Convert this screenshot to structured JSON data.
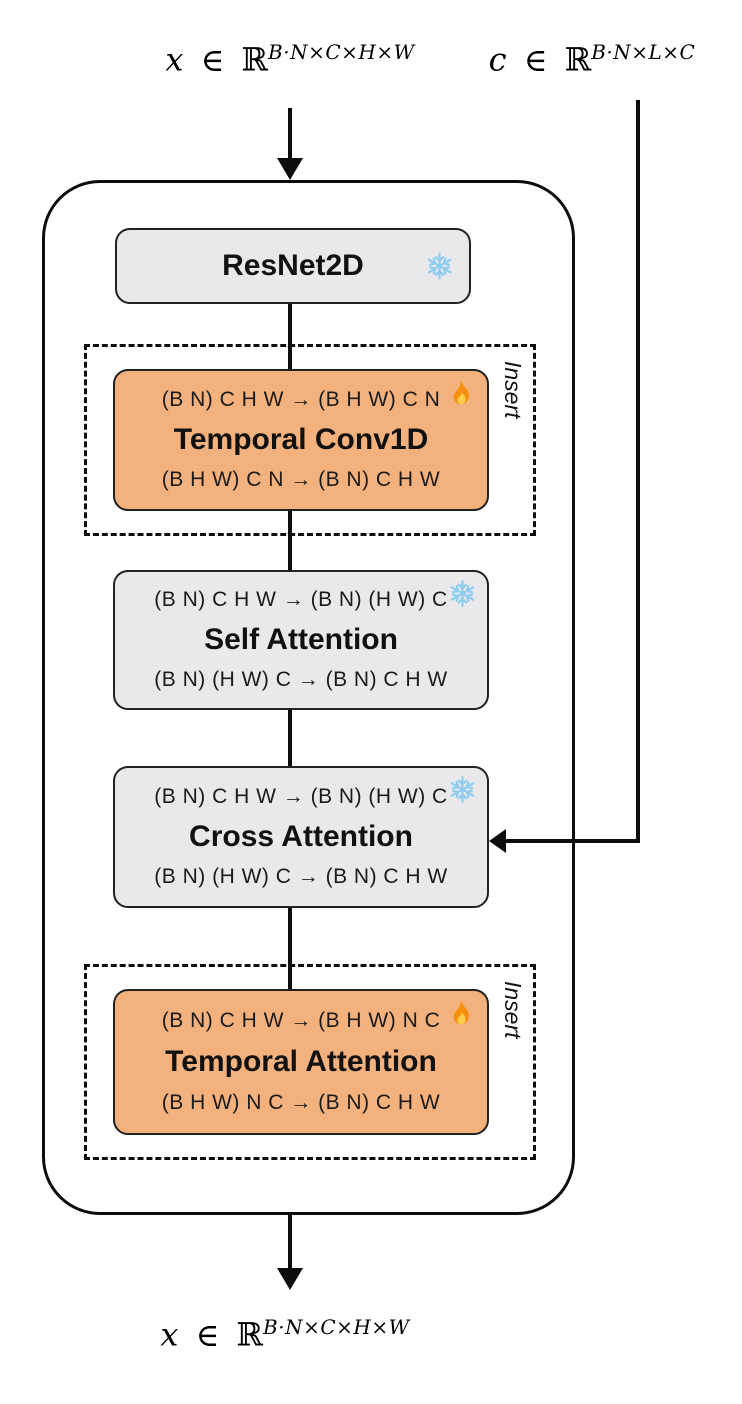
{
  "colors": {
    "frozen_fill": "#e9e9eb",
    "trainable_fill": "#f3b17d",
    "stroke": "#0d0d0d",
    "snowflake_blue": "#8ecdf1",
    "fire_orange": "#f4900c",
    "fire_yellow": "#ffcc4d"
  },
  "labels": {
    "input_x": {
      "variable": "x",
      "element": "∈",
      "space": "ℝ",
      "exponent": "B·N×C×H×W"
    },
    "input_c": {
      "variable": "c",
      "element": "∈",
      "space": "ℝ",
      "exponent": "B·N×L×C"
    },
    "output_x": {
      "variable": "x",
      "element": "∈",
      "space": "ℝ",
      "exponent": "B·N×C×H×W"
    }
  },
  "blocks": {
    "resnet2d": {
      "title": "ResNet2D",
      "state_icon": "snowflake-frozen"
    },
    "temporal_conv1d": {
      "reshape_in": "(B N) C H W → (B H W) C N",
      "title": "Temporal Conv1D",
      "reshape_out": "(B H W) C N → (B N) C H W",
      "state_icon": "fire-trainable",
      "wrapper_label": "Insert"
    },
    "self_attention": {
      "reshape_in": "(B N) C H W → (B N) (H W) C",
      "title": "Self Attention",
      "reshape_out": "(B N) (H W) C → (B N) C H W",
      "state_icon": "snowflake-frozen"
    },
    "cross_attention": {
      "reshape_in": "(B N) C H W → (B N) (H W) C",
      "title": "Cross Attention",
      "reshape_out": "(B N) (H W) C → (B N) C H W",
      "state_icon": "snowflake-frozen"
    },
    "temporal_attention": {
      "reshape_in": "(B N) C H W → (B H W) N C",
      "title": "Temporal Attention",
      "reshape_out": "(B H W) N C → (B N) C H W",
      "state_icon": "fire-trainable",
      "wrapper_label": "Insert"
    }
  }
}
